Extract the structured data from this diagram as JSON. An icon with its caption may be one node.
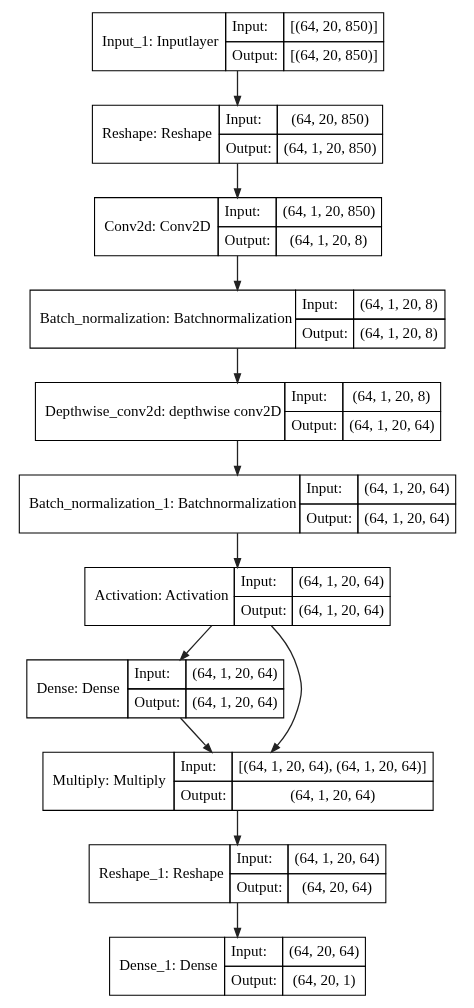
{
  "diagram": {
    "nodes": [
      {
        "text": [
          "Input_1: Inputlayer",
          "Input:",
          "[(64, 20, 850)]",
          "Output:",
          "[(64, 20, 850)]"
        ]
      },
      {
        "text": [
          "Reshape: Reshape",
          "Input:",
          "(64, 20, 850)",
          "Output:",
          "(64, 1, 20, 850)"
        ]
      },
      {
        "text": [
          "Conv2d: Conv2D",
          "Input:",
          "(64, 1, 20, 850)",
          "Output:",
          "(64, 1, 20, 8)"
        ]
      },
      {
        "text": [
          "Batch_normalization: Batchnormalization",
          "Input:",
          "(64, 1, 20, 8)",
          "Output:",
          "(64, 1, 20, 8)"
        ]
      },
      {
        "text": [
          "Depthwise_conv2d: depthwise conv2D",
          "Input:",
          "(64, 1, 20, 8)",
          "Output:",
          "(64, 1, 20, 64)"
        ]
      },
      {
        "text": [
          "Batch_normalization_1: Batchnormalization",
          "Input:",
          "(64, 1, 20, 64)",
          "Output:",
          "(64, 1, 20, 64)"
        ]
      },
      {
        "text": [
          "Activation: Activation",
          "Input:",
          "(64, 1, 20, 64)",
          "Output:",
          "(64, 1, 20, 64)"
        ]
      },
      {
        "text": [
          "Dense: Dense",
          "Input:",
          "(64, 1, 20, 64)",
          "Output:",
          "(64, 1, 20, 64)"
        ]
      },
      {
        "text": [
          "Multiply: Multiply",
          "Input:",
          "[(64, 1, 20, 64), (64, 1, 20, 64)]",
          "Output:",
          "(64, 1, 20, 64)"
        ]
      },
      {
        "text": [
          "Reshape_1: Reshape",
          "Input:",
          "(64, 1, 20, 64)",
          "Output:",
          "(64, 20, 64)"
        ]
      },
      {
        "text": [
          "Dense_1: Dense",
          "Input:",
          "(64, 20, 64)",
          "Output:",
          "(64, 20, 1)"
        ]
      }
    ],
    "edges": [
      {
        "from": 0,
        "to": 1,
        "arrow": "to"
      },
      {
        "from": 1,
        "to": 2,
        "arrow": "to"
      },
      {
        "from": 2,
        "to": 3,
        "arrow": "to"
      },
      {
        "from": 3,
        "to": 4,
        "arrow": "to"
      },
      {
        "from": 4,
        "to": 5,
        "arrow": "to"
      },
      {
        "from": 5,
        "to": 6,
        "arrow": "to"
      },
      {
        "from": 6,
        "to": 7,
        "arrow": "to"
      },
      {
        "from": 6,
        "to": 8,
        "arrow": "to"
      },
      {
        "from": 7,
        "to": 8,
        "arrow": "to"
      },
      {
        "from": 8,
        "to": 9,
        "arrow": "to"
      },
      {
        "from": 9,
        "to": 10,
        "arrow": "to"
      }
    ]
  }
}
